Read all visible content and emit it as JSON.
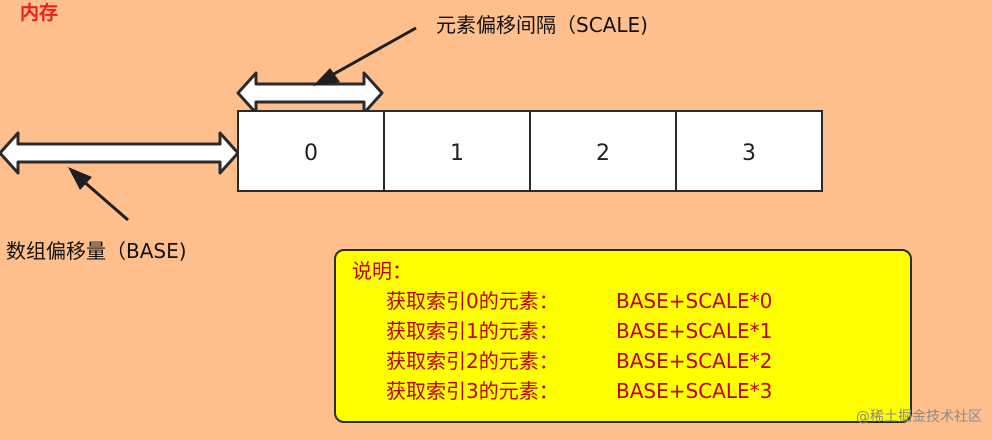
{
  "title": "内存",
  "labels": {
    "scale": "元素偏移间隔（SCALE)",
    "base": "数组偏移量（BASE)"
  },
  "cells": [
    "0",
    "1",
    "2",
    "3"
  ],
  "note": {
    "heading": "说明：",
    "lines": [
      {
        "prefix": "获取索引0的元素：",
        "formula": "BASE+SCALE*0"
      },
      {
        "prefix": "获取索引1的元素：",
        "formula": "BASE+SCALE*1"
      },
      {
        "prefix": "获取索引2的元素：",
        "formula": "BASE+SCALE*2"
      },
      {
        "prefix": "获取索引3的元素：",
        "formula": "BASE+SCALE*3"
      }
    ]
  },
  "watermark": "@稀土掘金技术社区",
  "colors": {
    "background": "#FFBF8C",
    "title": "#EE1D1D",
    "note_fill": "#FFFF00",
    "note_text": "#C0001A",
    "outline": "#2b2b2b"
  }
}
